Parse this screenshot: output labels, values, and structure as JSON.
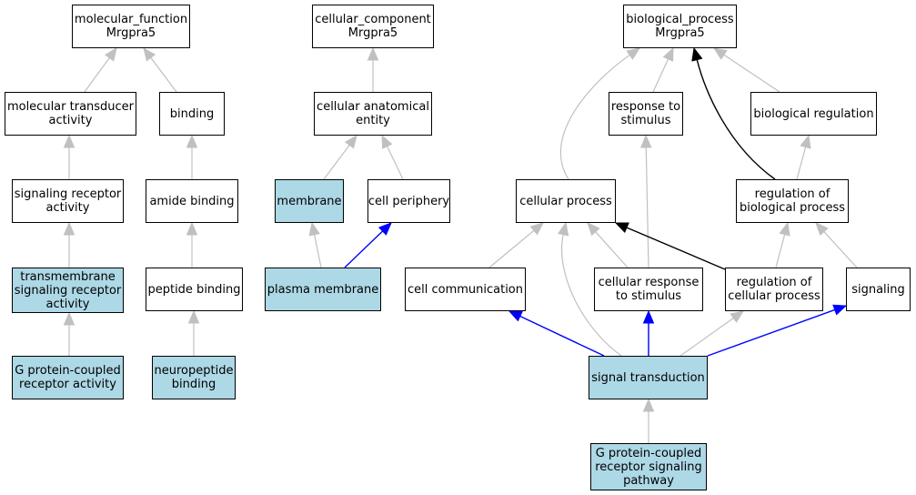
{
  "colors": {
    "highlight_fill": "#add8e6",
    "edge_default": "#c0c0c0",
    "edge_blue": "#0000ff",
    "edge_black": "#000000"
  },
  "nodes": {
    "mf_root": {
      "lines": [
        "molecular_function",
        "Mrgpra5"
      ],
      "highlighted": false
    },
    "cc_root": {
      "lines": [
        "cellular_component",
        "Mrgpra5"
      ],
      "highlighted": false
    },
    "bp_root": {
      "lines": [
        "biological_process",
        "Mrgpra5"
      ],
      "highlighted": false
    },
    "mol_transducer": {
      "lines": [
        "molecular transducer",
        "activity"
      ],
      "highlighted": false
    },
    "binding": {
      "lines": [
        "binding"
      ],
      "highlighted": false
    },
    "cell_anat_entity": {
      "lines": [
        "cellular anatomical",
        "entity"
      ],
      "highlighted": false
    },
    "response_stimulus": {
      "lines": [
        "response to",
        "stimulus"
      ],
      "highlighted": false
    },
    "bio_regulation": {
      "lines": [
        "biological regulation"
      ],
      "highlighted": false
    },
    "sig_receptor": {
      "lines": [
        "signaling receptor",
        "activity"
      ],
      "highlighted": false
    },
    "amide_binding": {
      "lines": [
        "amide binding"
      ],
      "highlighted": false
    },
    "membrane": {
      "lines": [
        "membrane"
      ],
      "highlighted": true
    },
    "cell_periphery": {
      "lines": [
        "cell periphery"
      ],
      "highlighted": false
    },
    "cellular_process": {
      "lines": [
        "cellular process"
      ],
      "highlighted": false
    },
    "reg_bio_process": {
      "lines": [
        "regulation of",
        "biological process"
      ],
      "highlighted": false
    },
    "tm_sig_receptor": {
      "lines": [
        "transmembrane",
        "signaling receptor",
        "activity"
      ],
      "highlighted": true
    },
    "peptide_binding": {
      "lines": [
        "peptide binding"
      ],
      "highlighted": false
    },
    "plasma_membrane": {
      "lines": [
        "plasma membrane"
      ],
      "highlighted": true
    },
    "cell_comm": {
      "lines": [
        "cell communication"
      ],
      "highlighted": false
    },
    "cell_response": {
      "lines": [
        "cellular response",
        "to stimulus"
      ],
      "highlighted": false
    },
    "reg_cell_process": {
      "lines": [
        "regulation of",
        "cellular process"
      ],
      "highlighted": false
    },
    "signaling": {
      "lines": [
        "signaling"
      ],
      "highlighted": false
    },
    "gpcr_activity": {
      "lines": [
        "G protein-coupled",
        "receptor activity"
      ],
      "highlighted": true
    },
    "neuropeptide_binding": {
      "lines": [
        "neuropeptide",
        "binding"
      ],
      "highlighted": true
    },
    "signal_transduction": {
      "lines": [
        "signal transduction"
      ],
      "highlighted": true
    },
    "gpcr_pathway": {
      "lines": [
        "G protein-coupled",
        "receptor signaling",
        "pathway"
      ],
      "highlighted": true
    }
  },
  "edges": [
    {
      "from": "mol_transducer",
      "to": "mf_root",
      "color": "gray"
    },
    {
      "from": "binding",
      "to": "mf_root",
      "color": "gray"
    },
    {
      "from": "sig_receptor",
      "to": "mol_transducer",
      "color": "gray"
    },
    {
      "from": "amide_binding",
      "to": "binding",
      "color": "gray"
    },
    {
      "from": "tm_sig_receptor",
      "to": "sig_receptor",
      "color": "gray"
    },
    {
      "from": "peptide_binding",
      "to": "amide_binding",
      "color": "gray"
    },
    {
      "from": "gpcr_activity",
      "to": "tm_sig_receptor",
      "color": "gray"
    },
    {
      "from": "neuropeptide_binding",
      "to": "peptide_binding",
      "color": "gray"
    },
    {
      "from": "cell_anat_entity",
      "to": "cc_root",
      "color": "gray"
    },
    {
      "from": "membrane",
      "to": "cell_anat_entity",
      "color": "gray"
    },
    {
      "from": "cell_periphery",
      "to": "cell_anat_entity",
      "color": "gray"
    },
    {
      "from": "plasma_membrane",
      "to": "membrane",
      "color": "gray"
    },
    {
      "from": "plasma_membrane",
      "to": "cell_periphery",
      "color": "blue"
    },
    {
      "from": "cellular_process",
      "to": "bp_root",
      "color": "gray"
    },
    {
      "from": "response_stimulus",
      "to": "bp_root",
      "color": "gray"
    },
    {
      "from": "bio_regulation",
      "to": "bp_root",
      "color": "gray"
    },
    {
      "from": "reg_bio_process",
      "to": "bp_root",
      "color": "black"
    },
    {
      "from": "reg_bio_process",
      "to": "bio_regulation",
      "color": "gray"
    },
    {
      "from": "cell_comm",
      "to": "cellular_process",
      "color": "gray"
    },
    {
      "from": "cell_response",
      "to": "cellular_process",
      "color": "gray"
    },
    {
      "from": "cell_response",
      "to": "response_stimulus",
      "color": "gray"
    },
    {
      "from": "reg_cell_process",
      "to": "cellular_process",
      "color": "black"
    },
    {
      "from": "reg_cell_process",
      "to": "reg_bio_process",
      "color": "gray"
    },
    {
      "from": "signaling",
      "to": "reg_bio_process",
      "color": "gray"
    },
    {
      "from": "signal_transduction",
      "to": "cellular_process",
      "color": "gray"
    },
    {
      "from": "signal_transduction",
      "to": "cell_comm",
      "color": "blue"
    },
    {
      "from": "signal_transduction",
      "to": "cell_response",
      "color": "blue"
    },
    {
      "from": "signal_transduction",
      "to": "reg_cell_process",
      "color": "gray"
    },
    {
      "from": "signal_transduction",
      "to": "signaling",
      "color": "blue"
    },
    {
      "from": "gpcr_pathway",
      "to": "signal_transduction",
      "color": "gray"
    }
  ]
}
